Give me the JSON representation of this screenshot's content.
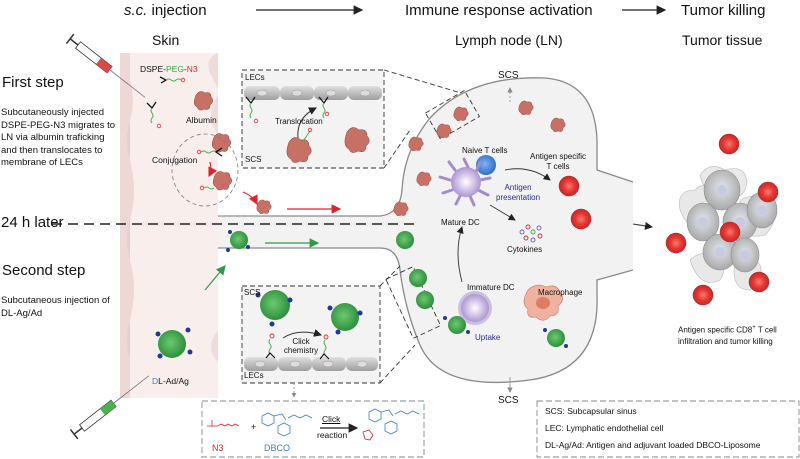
{
  "header": {
    "stage1_prefix": "s.c.",
    "stage1_suffix": " injection",
    "stage2": "Immune response activation",
    "stage3": "Tumor killing"
  },
  "subheaders": {
    "skin": "Skin",
    "lymph_node": "Lymph node (LN)",
    "tumor_tissue": "Tumor tissue"
  },
  "first_step": {
    "title": "First step",
    "description": "Subcutaneously injected DSPE-PEG-N3 migrates to LN via albumin traficking and then translocates to membrane of LECs"
  },
  "timeline": {
    "label": "24 h later"
  },
  "second_step": {
    "title": "Second step",
    "description": "Subcutaneous injection of DL-Ag/Ad"
  },
  "skin_labels": {
    "dspe": "DSPE-",
    "peg": "PEG",
    "dash": "-",
    "n3": "N3",
    "albumin": "Albumin",
    "conjugation": "Conjugation",
    "dl_d": "D",
    "dl_rest": "L-Ad/Ag"
  },
  "inset_top": {
    "lecs": "LECs",
    "translocation": "Translocation",
    "scs": "SCS"
  },
  "inset_bottom": {
    "scs": "SCS",
    "click_chemistry_1": "Click",
    "click_chemistry_2": "chemistry",
    "lecs": "LECs"
  },
  "reaction": {
    "n3": "N3",
    "plus": "+",
    "dbco": "DBCO",
    "arrow_top": "Click",
    "arrow_bottom": "reaction"
  },
  "lymph_node": {
    "scs_top": "SCS",
    "scs_bottom": "SCS",
    "naive_t": "Naive T cells",
    "ag_specific_1": "Antigen specific",
    "ag_specific_2": "T cells",
    "ag_presentation_1": "Antigen",
    "ag_presentation_2": "presentation",
    "mature_dc": "Mature DC",
    "cytokines": "Cytokines",
    "immature_dc": "Immature DC",
    "macrophage": "Macrophage",
    "uptake": "Uptake"
  },
  "tumor": {
    "caption_1_pre": "Antigen specific CD8",
    "caption_1_sup": "+",
    "caption_1_post": " T cell",
    "caption_2": "infiltration and tumor killing"
  },
  "legend": [
    "SCS: Subcapsular sinus",
    "LEC: Lymphatic endothelial cell",
    "DL-Ag/Ad: Antigen and adjuvant loaded DBCO-Liposome"
  ],
  "colors": {
    "skin": "#f6ebe9",
    "skin_edge": "#e9d1cf",
    "ln_fill": "#f2f2f2",
    "ln_stroke": "#8a8a8a",
    "red_arrow": "#d9262b",
    "green_arrow": "#2d9a44",
    "liposome": "#3aa84a",
    "dbco_blue": "#1f3a93",
    "t_cell_red": "#e53935",
    "naive_blue": "#2f6fc9",
    "dc_purple": "#b9a6d9",
    "macrophage": "#e9a58e",
    "albumin": "#b5584e",
    "presentation_text": "#2b2f8f"
  }
}
